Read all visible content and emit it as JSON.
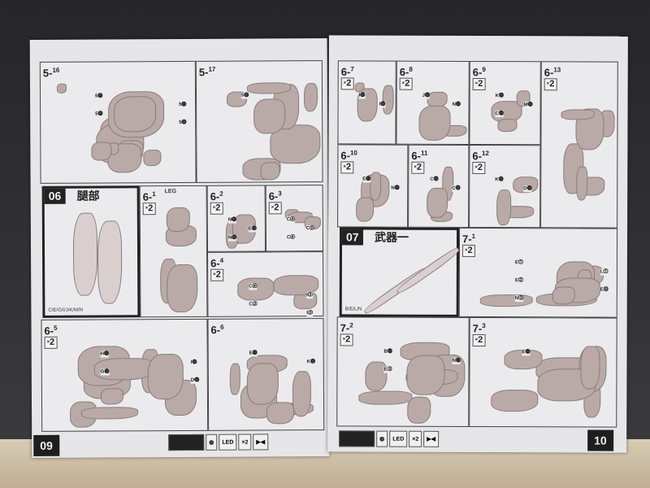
{
  "left_page": {
    "page_number": "09",
    "steps": [
      {
        "label": "5",
        "sub": "16",
        "tags": [
          "5⓯",
          "5⓱",
          "5⓲",
          "5⓳"
        ]
      },
      {
        "label": "5",
        "sub": "17",
        "tags": [
          "5⓴"
        ]
      },
      {
        "label": "6",
        "sub": "1",
        "multiplier": "2",
        "note": "LEG",
        "tags": []
      },
      {
        "label": "6",
        "sub": "2",
        "multiplier": "2",
        "tags": [
          "N⓫",
          "E⓬",
          "N⓬"
        ]
      },
      {
        "label": "6",
        "sub": "3",
        "multiplier": "2",
        "tags": [
          "C⓸",
          "C⓹",
          "C⓸"
        ]
      },
      {
        "label": "6",
        "sub": "4",
        "multiplier": "2",
        "tags": [
          "C⓸",
          "I⓷",
          "C⓷",
          "I⓷"
        ]
      },
      {
        "label": "6",
        "sub": "5",
        "multiplier": "2",
        "tags": [
          "H⓬",
          "I⓭",
          "G⓬",
          "D⓬"
        ]
      },
      {
        "label": "6",
        "sub": "6",
        "tags": [
          "E⓭",
          "K⓬"
        ]
      }
    ],
    "section": {
      "number": "06",
      "title": "腿部",
      "parts_note": "C/E/G/I/J/K/M/N"
    },
    "legend": {
      "multiplier": "2",
      "led": "LED"
    }
  },
  "right_page": {
    "page_number": "10",
    "steps": [
      {
        "label": "6",
        "sub": "7",
        "multiplier": "2",
        "tags": [
          "I⓬",
          "I⓭"
        ]
      },
      {
        "label": "6",
        "sub": "8",
        "multiplier": "2",
        "tags": [
          "J⓬",
          "N⓬"
        ]
      },
      {
        "label": "6",
        "sub": "9",
        "multiplier": "2",
        "tags": [
          "K⓭",
          "M⓭",
          "C⓭"
        ]
      },
      {
        "label": "6",
        "sub": "13",
        "multiplier": "2",
        "tags": []
      },
      {
        "label": "6",
        "sub": "10",
        "multiplier": "2",
        "tags": [
          "E⓫",
          "N⓫"
        ]
      },
      {
        "label": "6",
        "sub": "11",
        "multiplier": "2",
        "tags": [
          "C⓭",
          "C⓮"
        ]
      },
      {
        "label": "6",
        "sub": "12",
        "multiplier": "2",
        "tags": [
          "K⓭",
          "D⓭"
        ]
      },
      {
        "label": "7",
        "sub": "1",
        "multiplier": "2",
        "tags": [
          "E⓵",
          "L⓵",
          "E⓶",
          "E⓾",
          "N⓷"
        ]
      },
      {
        "label": "7",
        "sub": "2",
        "multiplier": "2",
        "tags": [
          "B⓭",
          "N⓭",
          "E⓷"
        ]
      },
      {
        "label": "7",
        "sub": "3",
        "multiplier": "2",
        "tags": [
          "E⓭"
        ]
      }
    ],
    "section": {
      "number": "07",
      "title": "武器一",
      "parts_note": "B/E/L/N"
    },
    "legend": {
      "multiplier": "2",
      "led": "LED"
    }
  }
}
